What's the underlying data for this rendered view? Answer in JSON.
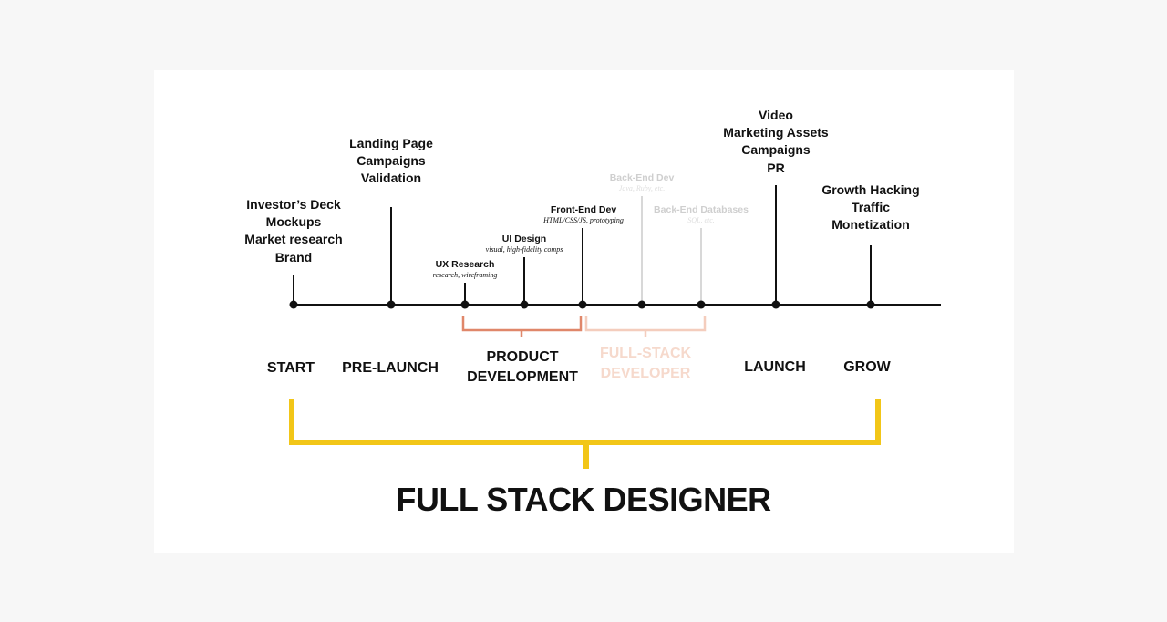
{
  "milestones": [
    {
      "id": "start",
      "lines": [
        "Investor’s Deck",
        "Mockups",
        "Market research",
        "Brand"
      ]
    },
    {
      "id": "pre-launch",
      "lines": [
        "Landing Page",
        "Campaigns",
        "Validation"
      ]
    },
    {
      "id": "launch",
      "lines": [
        "Video",
        "Marketing Assets",
        "Campaigns",
        "PR"
      ]
    },
    {
      "id": "grow",
      "lines": [
        "Growth Hacking",
        "Traffic",
        "Monetization"
      ]
    }
  ],
  "sub_milestones": [
    {
      "id": "ux-research",
      "title": "UX Research",
      "desc": "research, wireframing"
    },
    {
      "id": "ui-design",
      "title": "UI Design",
      "desc": "visual, high-fidelity comps"
    },
    {
      "id": "front-end-dev",
      "title": "Front-End Dev",
      "desc": "HTML/CSS/JS, prototyping"
    },
    {
      "id": "back-end-dev",
      "title": "Back-End Dev",
      "desc": "Java, Ruby, etc."
    },
    {
      "id": "back-end-databases",
      "title": "Back-End Databases",
      "desc": "SQL, etc."
    }
  ],
  "phases": {
    "start": "START",
    "pre_launch": "PRE-LAUNCH",
    "product_development": [
      "PRODUCT",
      "DEVELOPMENT"
    ],
    "full_stack_developer": [
      "FULL-STACK",
      "DEVELOPER"
    ],
    "launch": "LAUNCH",
    "grow": "GROW"
  },
  "title": "FULL STACK DESIGNER",
  "colors": {
    "line": "#111111",
    "faded_line": "#d8d8d8",
    "product_bracket": "#e0876a",
    "developer_bracket": "#f4cdbd",
    "designer_bracket": "#f2c618"
  }
}
